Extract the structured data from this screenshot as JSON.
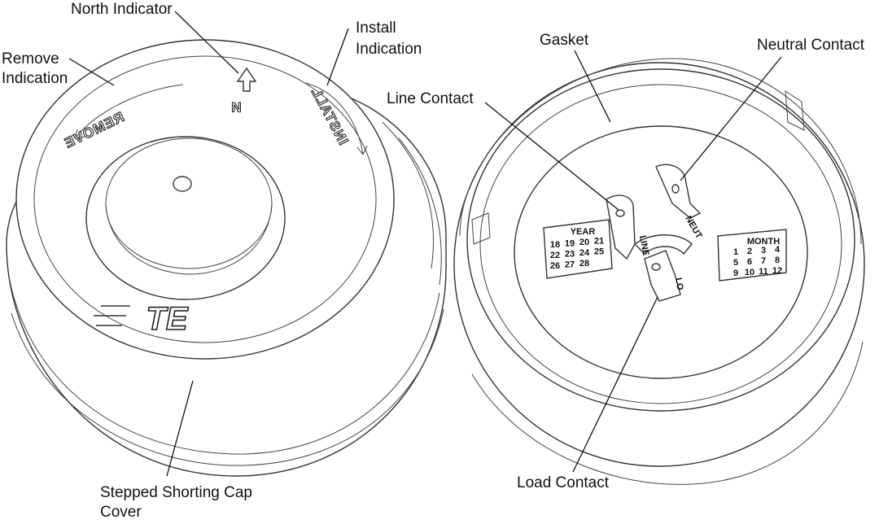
{
  "callouts": {
    "north_indicator": "North Indicator",
    "remove_indication": [
      "Remove",
      "Indication"
    ],
    "install_indication": [
      "Install",
      "Indication"
    ],
    "stepped_cover": [
      "Stepped Shorting Cap",
      "Cover"
    ],
    "gasket": "Gasket",
    "neutral_contact": "Neutral Contact",
    "line_contact": "Line Contact",
    "load_contact": "Load Contact"
  },
  "cap_markings": {
    "remove": "REMOVE",
    "install": "INSTALL",
    "north": "N",
    "brand": "TE"
  },
  "date_code": {
    "year_title": "YEAR",
    "years": [
      "18",
      "19",
      "20",
      "21",
      "22",
      "23",
      "24",
      "25",
      "26",
      "27",
      "28"
    ],
    "month_title": "MONTH",
    "months": [
      "1",
      "2",
      "3",
      "4",
      "5",
      "6",
      "7",
      "8",
      "9",
      "10",
      "11",
      "12"
    ]
  },
  "contact_marks": {
    "neutral": "NEUT",
    "line": "LINE",
    "load": "LO"
  },
  "colors": {
    "ink": "#111111",
    "paper": "#ffffff"
  }
}
